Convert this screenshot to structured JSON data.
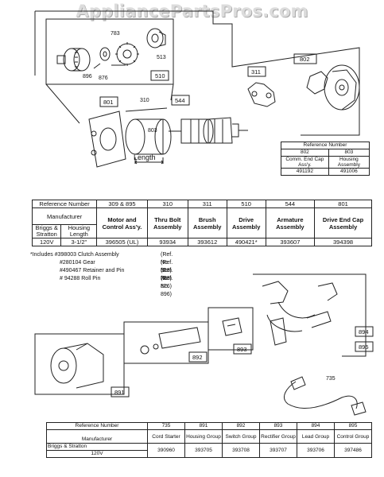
{
  "watermark": "AppliancePartsPros.com",
  "top_section": {
    "callouts": [
      "783",
      "513",
      "896",
      "876",
      "510",
      "802",
      "311",
      "801",
      "310",
      "544",
      "803"
    ],
    "length_label": "Length",
    "ref_table": {
      "title": "Reference Number",
      "cols": [
        "802",
        "803"
      ],
      "descs": [
        "Comm. End Cap Ass'y.",
        "Housing Assembly"
      ],
      "parts": [
        "491192",
        "491006"
      ]
    }
  },
  "main_table": {
    "ref_label": "Reference Number",
    "manufacturer_label": "Manufacturer",
    "briggs": "Briggs & Stratton",
    "housing_length": "Housing Length",
    "columns": [
      {
        "ref": "309 & 895",
        "desc": "Motor and Control Ass'y.",
        "part": "396505 (UL)"
      },
      {
        "ref": "310",
        "desc": "Thru Bolt Assembly",
        "part": "93934"
      },
      {
        "ref": "311",
        "desc": "Brush Assembly",
        "part": "393612"
      },
      {
        "ref": "510",
        "desc": "Drive Assembly",
        "part": "490421*"
      },
      {
        "ref": "544",
        "desc": "Armature Assembly",
        "part": "393607"
      },
      {
        "ref": "801",
        "desc": "Drive End Cap Assembly",
        "part": "394398"
      }
    ],
    "voltage": "120V",
    "length": "3-1/2\"",
    "footnotes": [
      {
        "text": "*Includes  #398003 Clutch Assembly",
        "ref": "(Ref. No. 513)"
      },
      {
        "text": "#280104 Gear",
        "ref": "(Ref. No. 783)"
      },
      {
        "text": "#490467 Retainer and Pin",
        "ref": "(Ref. No. 876)"
      },
      {
        "text": "# 94288 Roll Pin",
        "ref": "(Ref. No. 896)"
      }
    ]
  },
  "bottom_section": {
    "callouts": [
      "891",
      "892",
      "893",
      "894",
      "895",
      "735"
    ],
    "table": {
      "ref_label": "Reference Number",
      "manufacturer_label": "Manufacturer",
      "briggs": "Briggs & Stratton",
      "voltage": "120V",
      "columns": [
        {
          "ref": "735",
          "desc": "Cord Starter",
          "part": "390960"
        },
        {
          "ref": "891",
          "desc": "Housing Group",
          "part": "393705"
        },
        {
          "ref": "892",
          "desc": "Switch Group",
          "part": "393708"
        },
        {
          "ref": "893",
          "desc": "Rectifier Group",
          "part": "393707"
        },
        {
          "ref": "894",
          "desc": "Lead Group",
          "part": "393706"
        },
        {
          "ref": "895",
          "desc": "Control Group",
          "part": "397486"
        }
      ]
    }
  }
}
